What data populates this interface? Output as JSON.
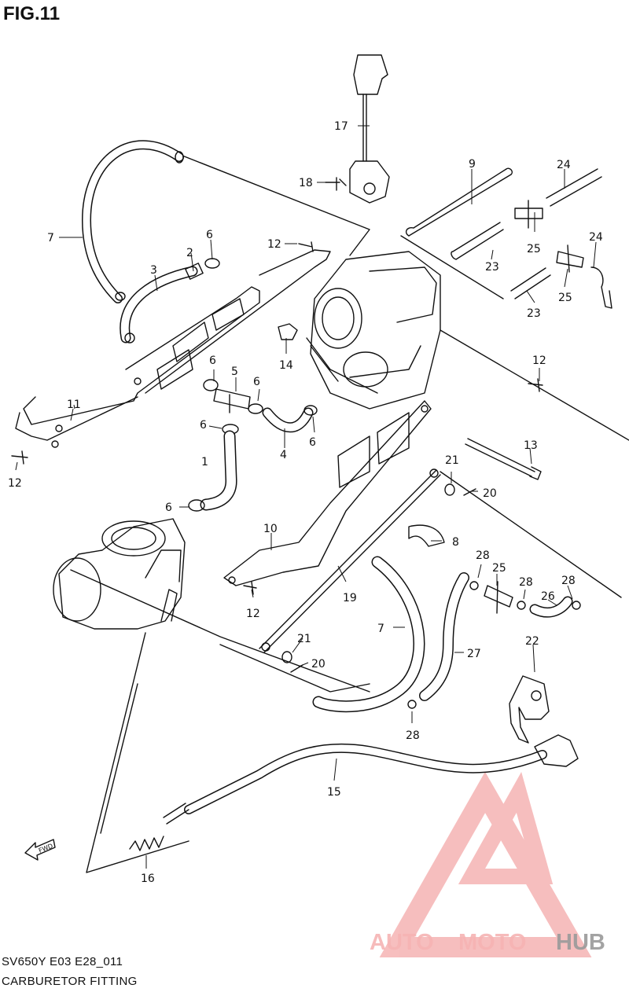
{
  "figure": {
    "title": "FIG.11",
    "model_code": "SV650Y E03 E28_011",
    "caption": "CARBURETOR FITTING",
    "fwd_label": "FWD"
  },
  "callouts": [
    {
      "id": "c17",
      "label": "17"
    },
    {
      "id": "c18",
      "label": "18"
    },
    {
      "id": "c9",
      "label": "9"
    },
    {
      "id": "c24a",
      "label": "24"
    },
    {
      "id": "c7a",
      "label": "7"
    },
    {
      "id": "c6a",
      "label": "6"
    },
    {
      "id": "c2",
      "label": "2"
    },
    {
      "id": "c12a",
      "label": "12"
    },
    {
      "id": "c3",
      "label": "3"
    },
    {
      "id": "c25a",
      "label": "25"
    },
    {
      "id": "c23a",
      "label": "23"
    },
    {
      "id": "c24b",
      "label": "24"
    },
    {
      "id": "c25b",
      "label": "25"
    },
    {
      "id": "c23b",
      "label": "23"
    },
    {
      "id": "c14",
      "label": "14"
    },
    {
      "id": "c6b",
      "label": "6"
    },
    {
      "id": "c12b",
      "label": "12"
    },
    {
      "id": "c5",
      "label": "5"
    },
    {
      "id": "c6c",
      "label": "6"
    },
    {
      "id": "c11",
      "label": "11"
    },
    {
      "id": "c6d",
      "label": "6"
    },
    {
      "id": "c6e",
      "label": "6"
    },
    {
      "id": "c4",
      "label": "4"
    },
    {
      "id": "c12c",
      "label": "12"
    },
    {
      "id": "c13",
      "label": "13"
    },
    {
      "id": "c1",
      "label": "1"
    },
    {
      "id": "c21a",
      "label": "21"
    },
    {
      "id": "c20a",
      "label": "20"
    },
    {
      "id": "c6f",
      "label": "6"
    },
    {
      "id": "c8",
      "label": "8"
    },
    {
      "id": "c10",
      "label": "10"
    },
    {
      "id": "c28a",
      "label": "28"
    },
    {
      "id": "c25c",
      "label": "25"
    },
    {
      "id": "c28b",
      "label": "28"
    },
    {
      "id": "c28c",
      "label": "28"
    },
    {
      "id": "c26",
      "label": "26"
    },
    {
      "id": "c19",
      "label": "19"
    },
    {
      "id": "c12d",
      "label": "12"
    },
    {
      "id": "c7b",
      "label": "7"
    },
    {
      "id": "c21b",
      "label": "21"
    },
    {
      "id": "c27",
      "label": "27"
    },
    {
      "id": "c20b",
      "label": "20"
    },
    {
      "id": "c22",
      "label": "22"
    },
    {
      "id": "c28d",
      "label": "28"
    },
    {
      "id": "c15",
      "label": "15"
    },
    {
      "id": "c16",
      "label": "16"
    }
  ],
  "watermark": {
    "part1": "AUTO",
    "part2": "MOTO",
    "part3": "HUB",
    "color_light": "#f6b4b4",
    "color_gray": "#9a9a9a"
  },
  "colors": {
    "line": "#111111",
    "background": "#ffffff"
  }
}
